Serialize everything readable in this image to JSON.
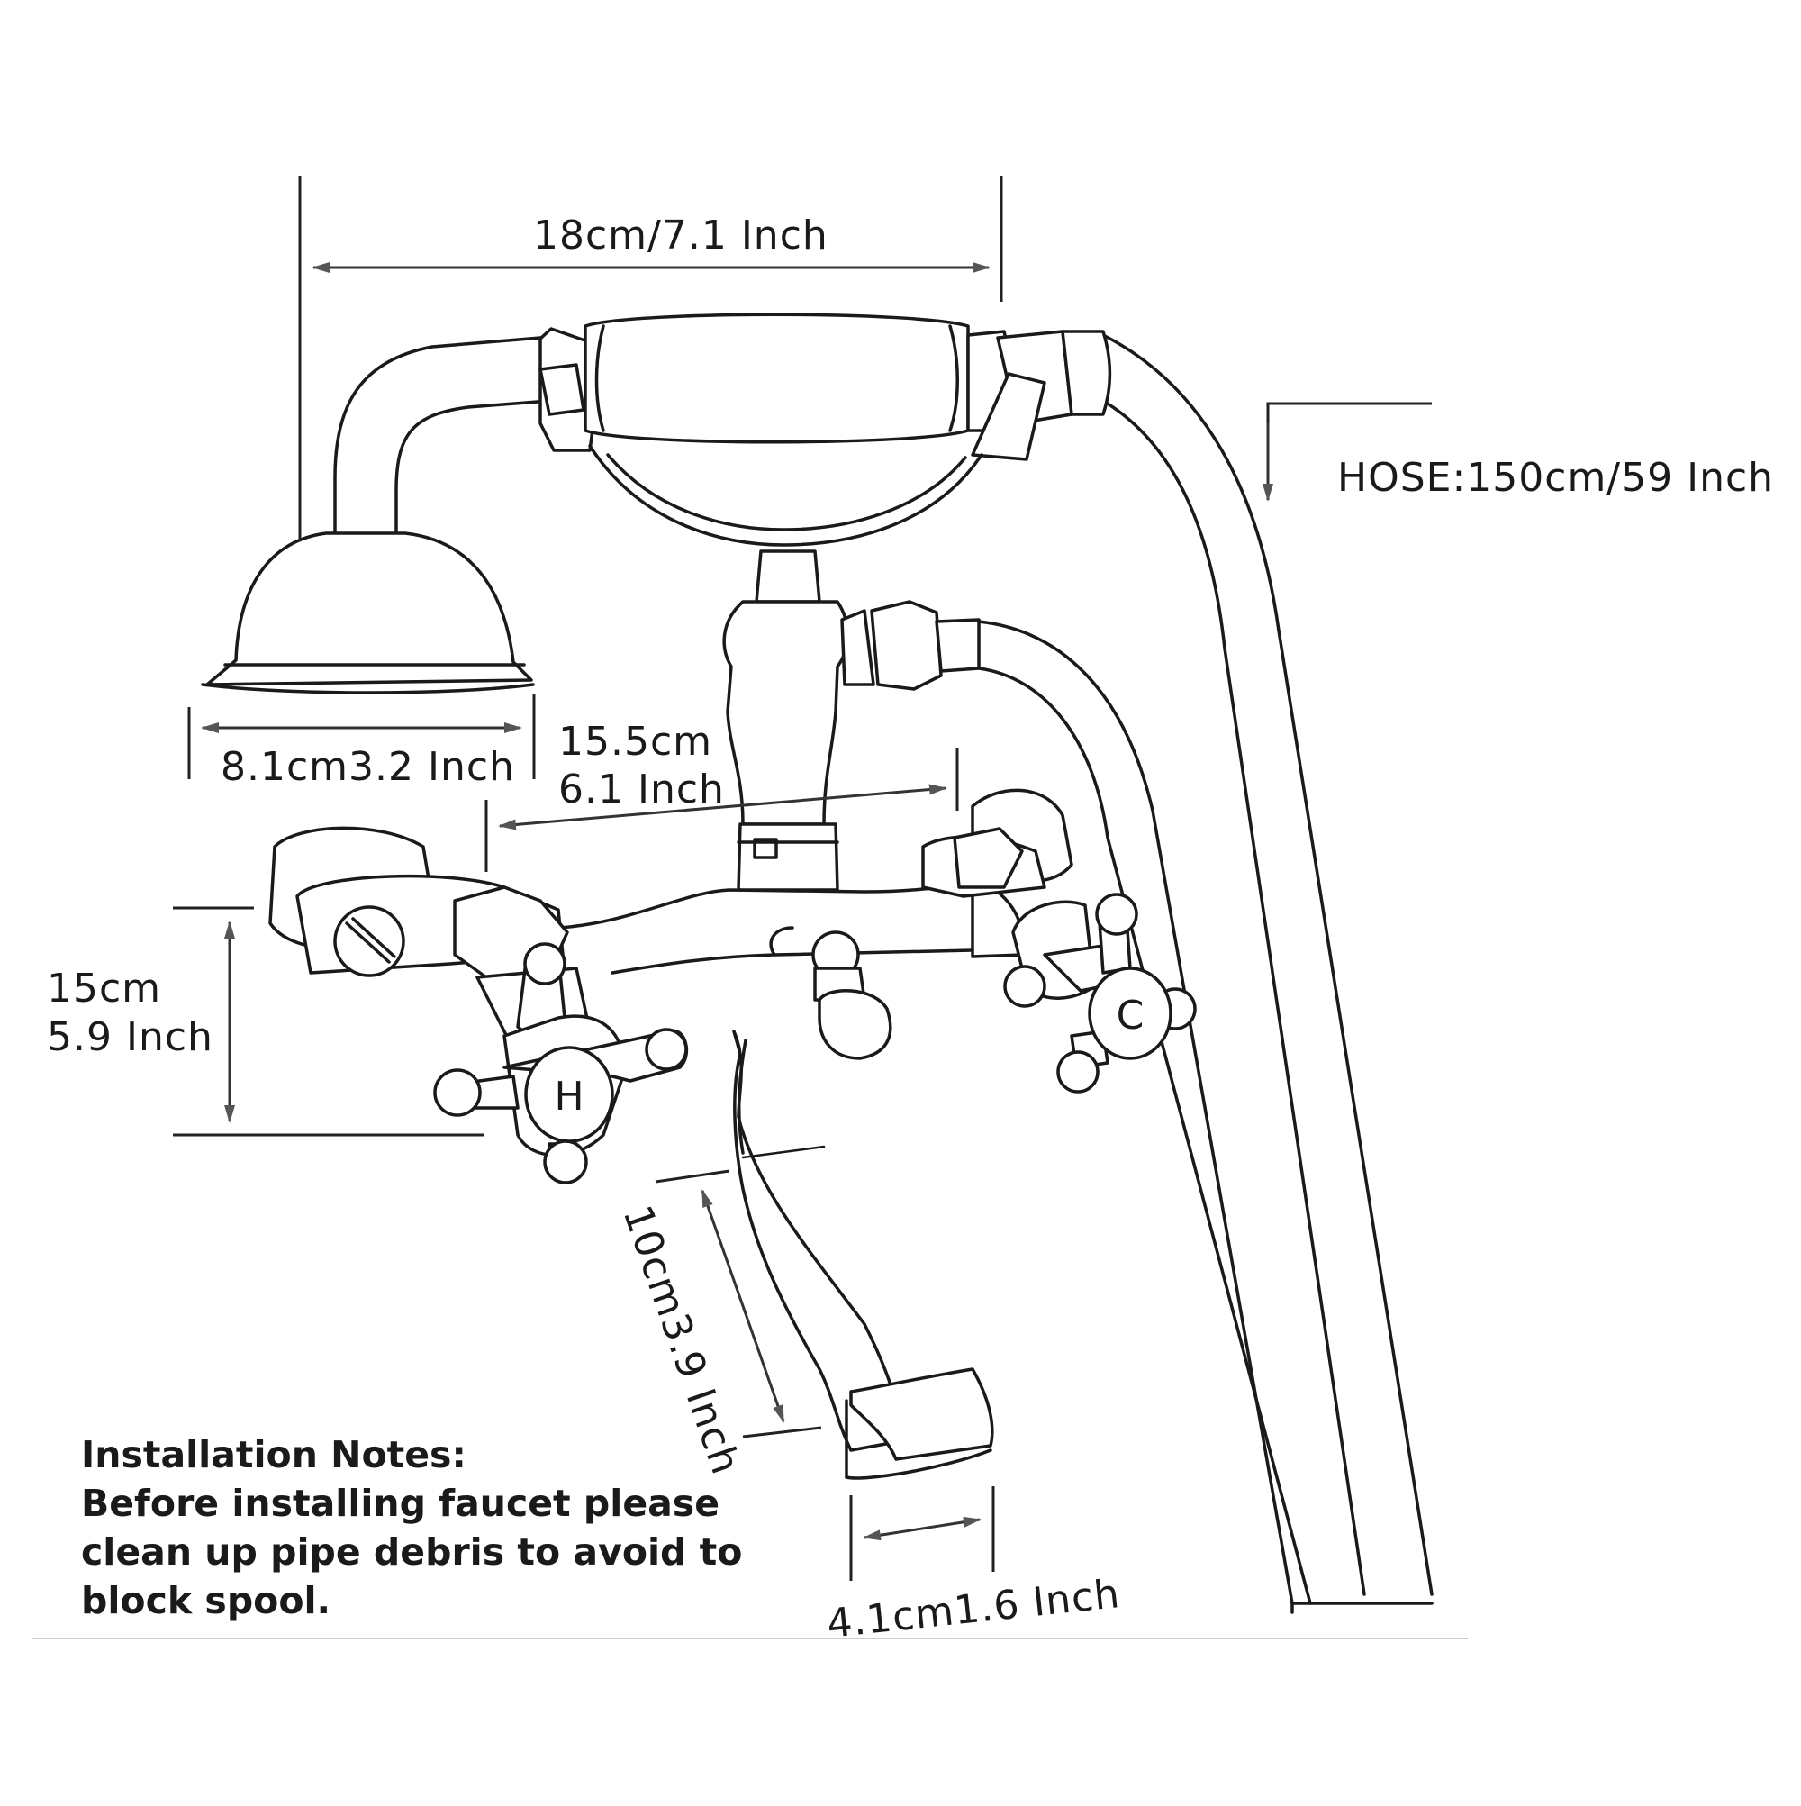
{
  "dimensions": {
    "handset_width": "18cm/7.1 Inch",
    "hose": "HOSE:150cm/59 Inch",
    "shower_head_diameter": "8.1cm3.2 Inch",
    "center_spacing_cm": "15.5cm",
    "center_spacing_in": "6.1 Inch",
    "body_height_cm": "15cm",
    "body_height_in": "5.9 Inch",
    "spout_length": "10cm3.9 Inch",
    "spout_width": "4.1cm1.6 Inch"
  },
  "handles": {
    "hot_label": "H",
    "cold_label": "C"
  },
  "notes": {
    "title": "Installation Notes:",
    "lines": [
      "Before installing faucet please",
      "clean up pipe debris to avoid to",
      "block spool."
    ]
  }
}
